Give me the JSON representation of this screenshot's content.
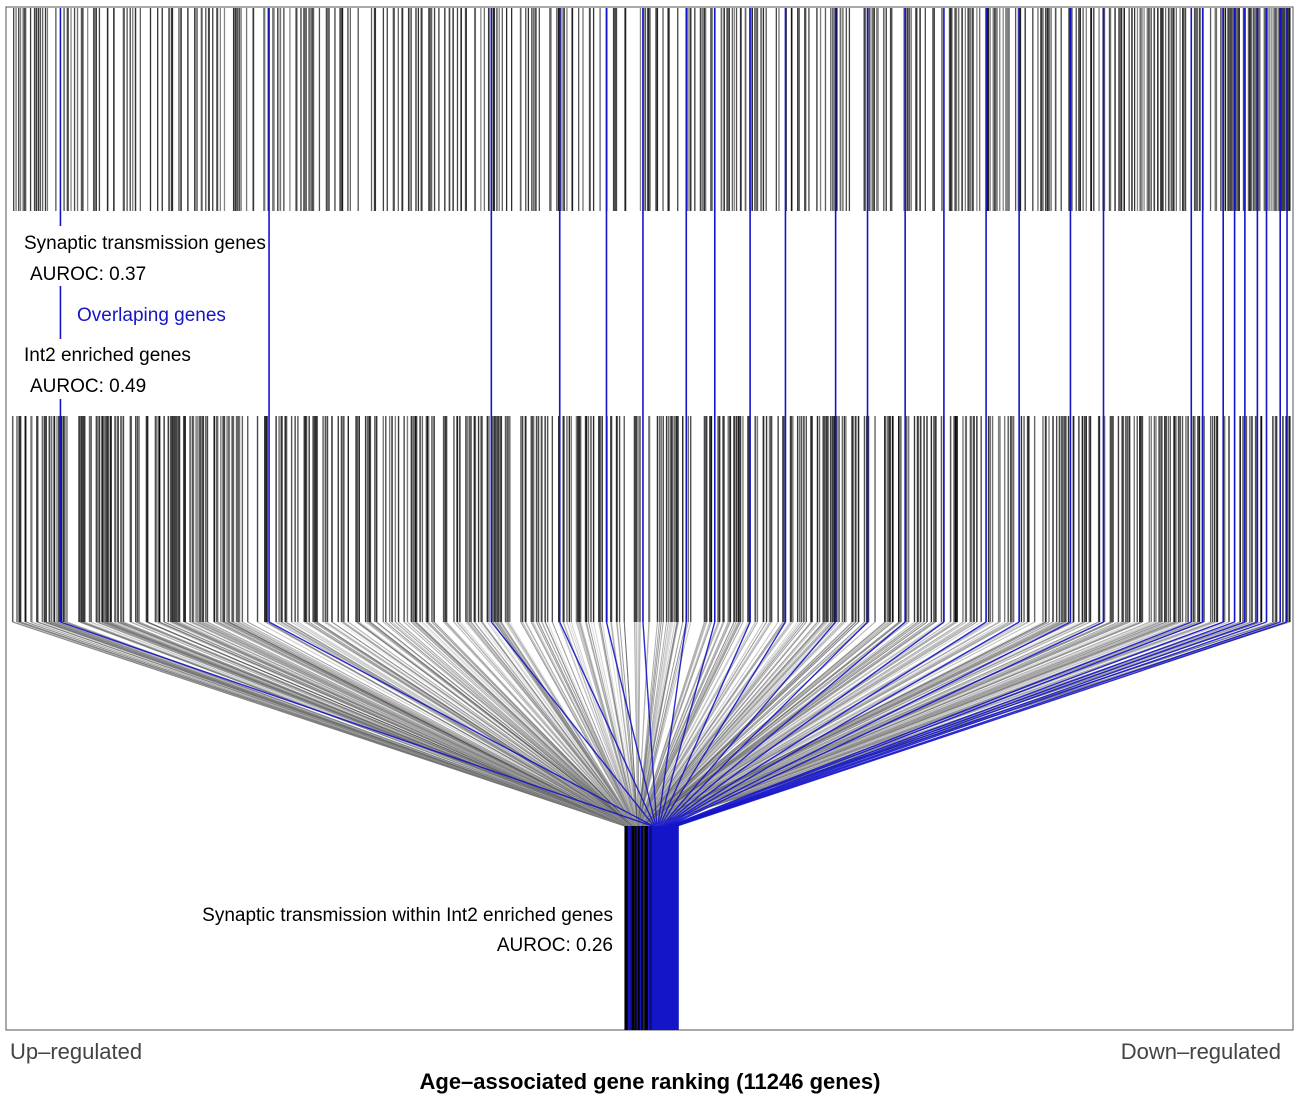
{
  "chart_data": {
    "type": "barcode",
    "n_genes": 11246,
    "xlabel": "Age–associated gene ranking (11246 genes)",
    "left_label": "Up–regulated",
    "right_label": "Down–regulated",
    "tracks": [
      {
        "name": "Synaptic transmission genes",
        "auroc_text": "AUROC: 0.37",
        "color": "#000000",
        "seed": 17,
        "count": 520,
        "ranks": []
      },
      {
        "name": "Int2 enriched genes",
        "auroc_text": "AUROC: 0.49",
        "color": "#000000",
        "seed": 91,
        "count": 600,
        "ranks": []
      },
      {
        "name": "Synaptic transmission within Int2 enriched genes",
        "auroc_text": "AUROC: 0.26",
        "color": "#000000"
      }
    ],
    "overlap": {
      "label": "Overlaping genes",
      "color": "#1515c8",
      "ranks": [
        460,
        2290,
        4240,
        4840,
        5250,
        5570,
        5950,
        6200,
        6510,
        6820,
        7260,
        7540,
        7870,
        8210,
        8580,
        8870,
        9320,
        9610,
        10380,
        10480,
        10660,
        10760,
        10850,
        10960,
        11040,
        11160,
        11220
      ]
    }
  }
}
